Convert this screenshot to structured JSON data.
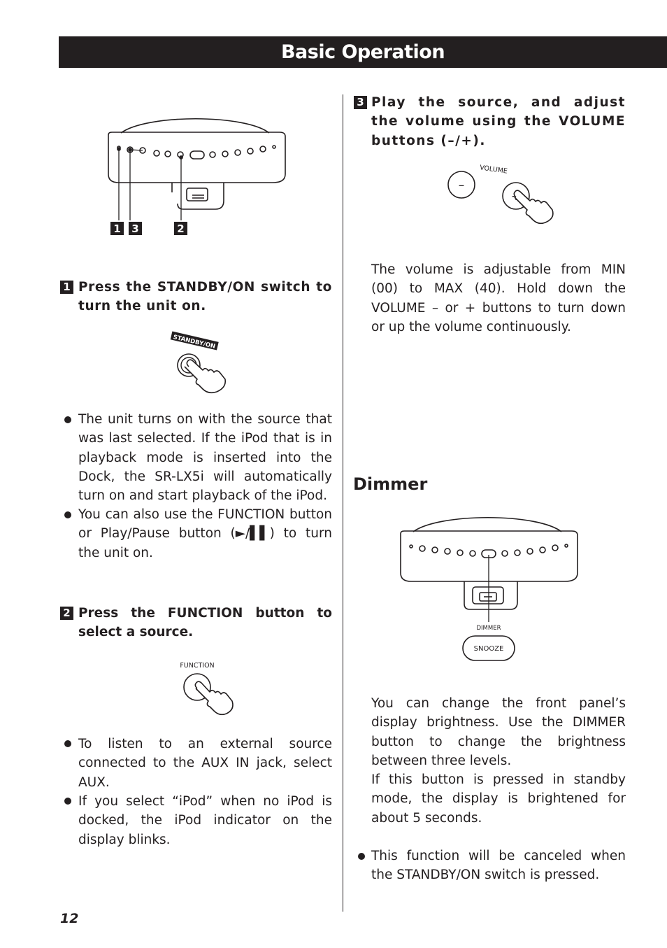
{
  "header": {
    "title": "Basic Operation"
  },
  "figure_top": {
    "callouts": [
      "1",
      "3",
      "2"
    ]
  },
  "step1": {
    "number": "1",
    "text": "Press the STANDBY/ON switch to turn the unit on.",
    "button_label": "STANDBY/ON",
    "bullets": [
      "The unit turns on with the source that was last selected. If the iPod that is in playback mode is inserted into the Dock, the SR-LX5i will automatically turn on and start playback of the iPod.",
      "You can also use the FUNCTION button or Play/Pause button (►/▌▌) to turn the unit on."
    ]
  },
  "step2": {
    "number": "2",
    "text": "Press the FUNCTION button to select a source.",
    "button_label": "FUNCTION",
    "bullets": [
      "To listen to an external source connected to the AUX IN jack, select AUX.",
      "If you select “iPod” when no iPod is docked, the iPod indicator on the display blinks."
    ]
  },
  "step3": {
    "number": "3",
    "text": "Play the source, and adjust the volume using the VOLUME buttons (–/+).",
    "volume_label": "VOLUME",
    "minus": "–",
    "plus": "+",
    "note": "The volume is adjustable from MIN (00) to MAX (40). Hold down the VOLUME – or + buttons to turn down or up the volume continuously."
  },
  "dimmer": {
    "heading": "Dimmer",
    "dimmer_label": "DIMMER",
    "snooze_label": "SNOOZE",
    "para1": "You can change the front panel’s display brightness. Use the DIMMER button to change the brightness between three levels.",
    "para2": "If this button is pressed in standby mode, the display is brightened for about 5 seconds.",
    "bullet": "This function will be canceled when the STANDBY/ON switch is pressed."
  },
  "footer": {
    "page_number": "12"
  }
}
